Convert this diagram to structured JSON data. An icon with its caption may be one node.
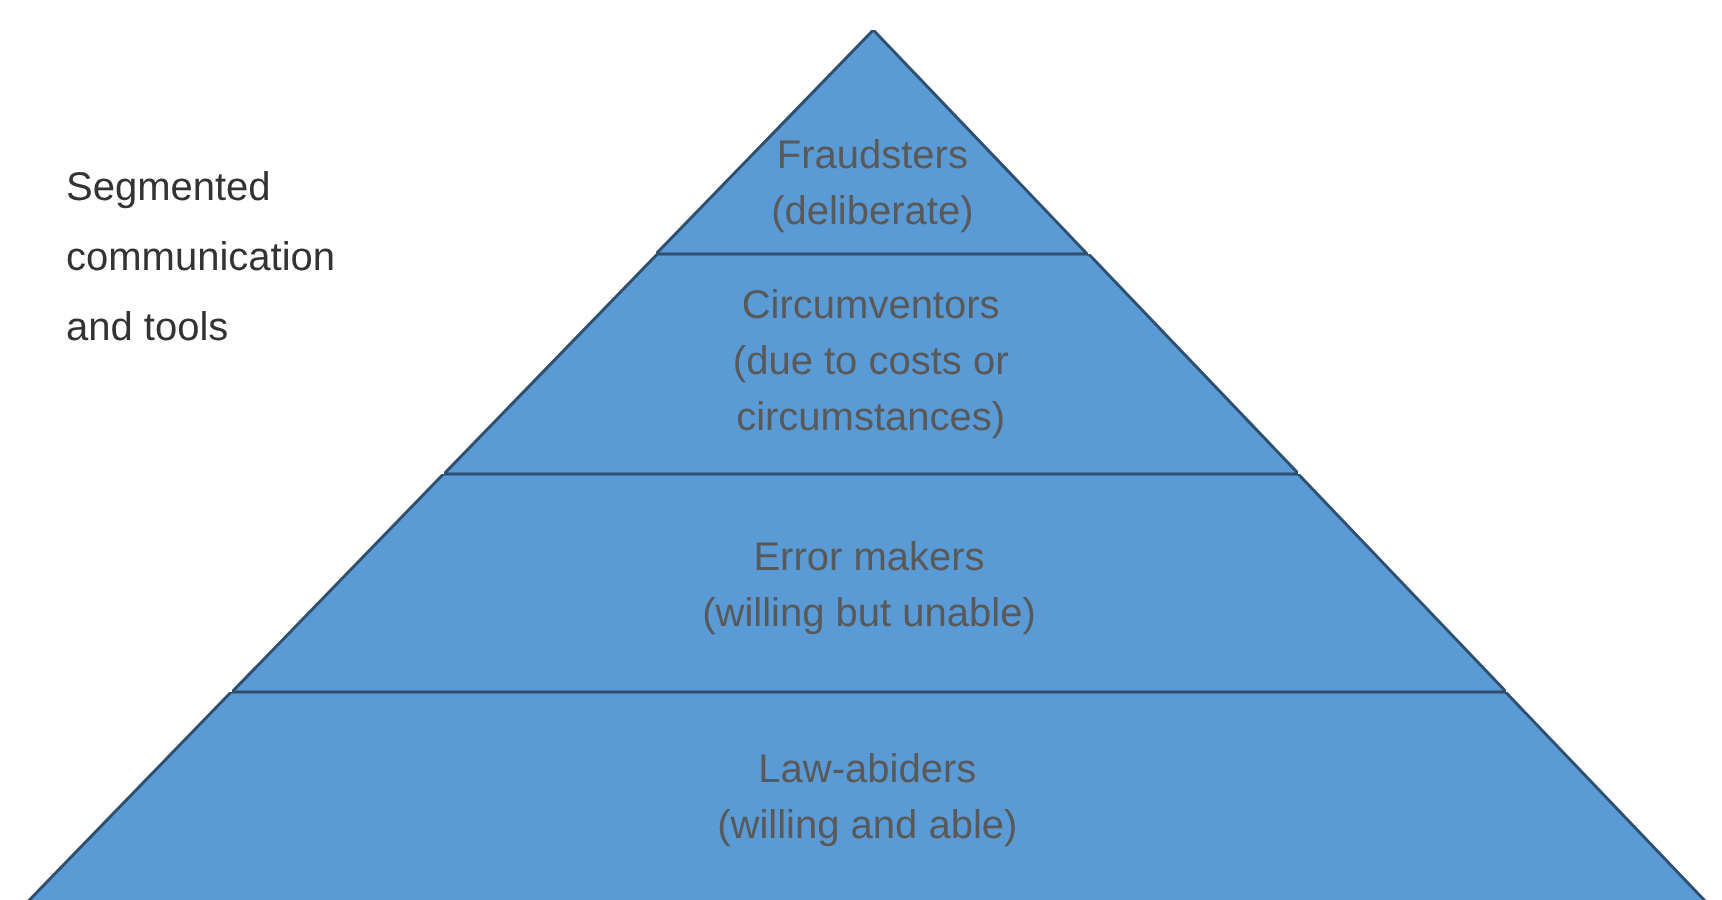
{
  "diagram": {
    "nodes": [
      {
        "text": [
          "Fraudsters",
          "(deliberate)"
        ]
      },
      {
        "text": [
          "Circumventors",
          "(due to costs or circumstances)"
        ]
      },
      {
        "text": [
          "Error makers",
          "(willing but unable)"
        ]
      },
      {
        "text": [
          "Law-abiders",
          "(willing and able)"
        ]
      }
    ],
    "labels": [
      "Segmented communication and tools"
    ]
  }
}
